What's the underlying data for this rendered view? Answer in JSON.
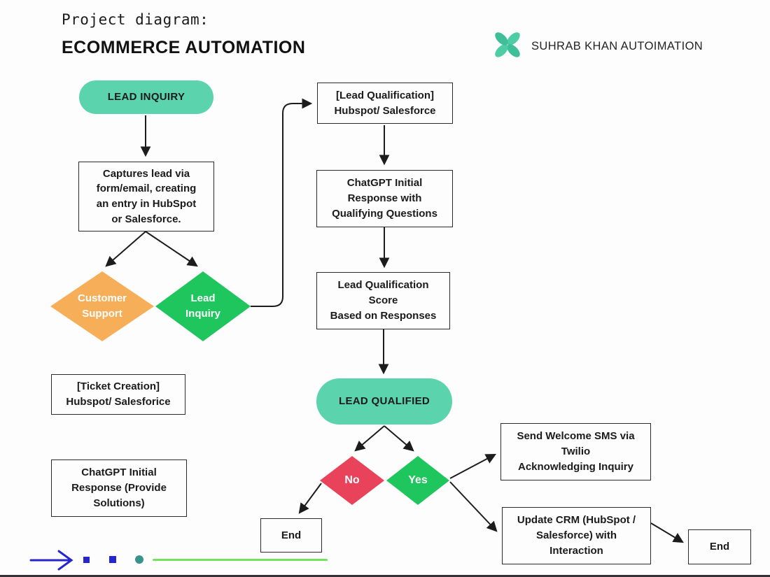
{
  "header": {
    "project_label": "Project diagram:",
    "title": "ECOMMERCE AUTOMATION"
  },
  "brand": {
    "name": "SUHRAB KHAN AUTOIMATION",
    "logo_icon": "four-petal-flower-icon",
    "logo_color": "#4ecda4"
  },
  "colors": {
    "pill_teal": "#5bd3ad",
    "diamond_orange": "#f6ae58",
    "diamond_green": "#1fc55d",
    "diamond_red": "#e8435a",
    "connector_black": "#1c1c1c",
    "deco_blue": "#2626cc",
    "deco_teal_dot": "#37948b",
    "deco_green_line": "#6fe45c"
  },
  "nodes": {
    "lead_inquiry_pill": "LEAD INQUIRY",
    "captures_box": "Captures lead via\nform/email, creating\nan entry in HubSpot\nor Salesforce.",
    "customer_support_diamond": "Customer\nSupport",
    "lead_inquiry_diamond": "Lead\nInquiry",
    "lead_qualification_box": "[Lead Qualification]\nHubspot/ Salesforce",
    "chatgpt_qualifying_box": "ChatGPT Initial\nResponse with\nQualifying Questions",
    "lead_score_box": "Lead Qualification\nScore\nBased on Responses",
    "lead_qualified_pill": "LEAD QUALIFIED",
    "no_diamond": "No",
    "yes_diamond": "Yes",
    "end_left_box": "End",
    "send_sms_box": "Send Welcome SMS via\nTwilio\nAcknowledging Inquiry",
    "update_crm_box": "Update CRM (HubSpot /\nSalesforce) with\nInteraction",
    "end_right_box": "End",
    "ticket_creation_box": "[Ticket Creation]\nHubspot/ Salesforice",
    "chatgpt_solutions_box": "ChatGPT Initial\nResponse (Provide\nSolutions)"
  }
}
